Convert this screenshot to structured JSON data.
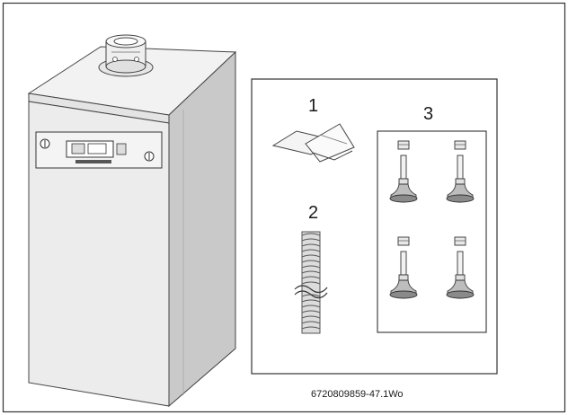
{
  "figure": {
    "items": [
      {
        "number": "1",
        "icon": "documents-icon"
      },
      {
        "number": "2",
        "icon": "flexible-hose-icon"
      },
      {
        "number": "3",
        "icon": "adjustable-feet-icon"
      }
    ],
    "image_code": "6720809859-47.1Wo",
    "main_icon": "boiler-unit-icon"
  }
}
